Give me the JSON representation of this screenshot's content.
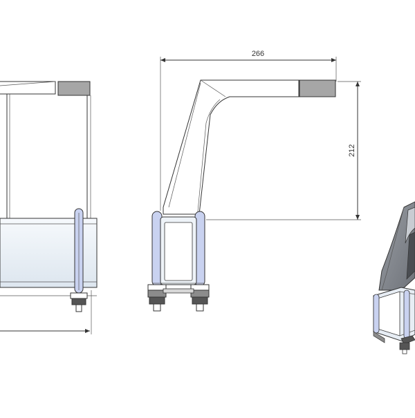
{
  "drawing": {
    "dimensions": {
      "width": {
        "value": "266"
      },
      "height": {
        "value": "212"
      }
    },
    "colors": {
      "line": "#333333",
      "metal_light": "#eef3f8",
      "metal_mid": "#dbe3ec",
      "metal_dark": "#8a8f96",
      "cap_gray": "#a6a6a6",
      "bolt_blue": "#c9d2f0",
      "nut_dark": "#555555"
    },
    "views": [
      {
        "id": "front-view"
      },
      {
        "id": "side-view"
      },
      {
        "id": "isometric-view"
      }
    ]
  }
}
